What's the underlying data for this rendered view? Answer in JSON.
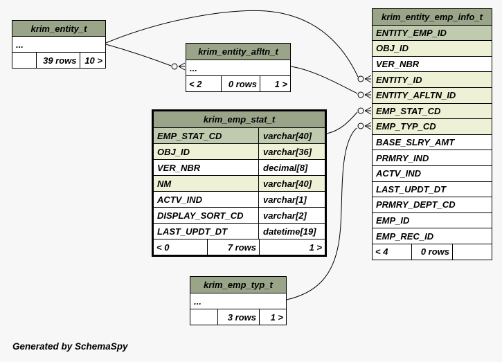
{
  "page": {
    "credit": "Generated by SchemaSpy",
    "background_color": "#f7f7f7",
    "colors": {
      "table_header": "#9AA489",
      "primary_key_row": "#BFCAAE",
      "indexed_column_row": "#EEF1D6",
      "regular_row": "#FFFFFF",
      "border": "#000000",
      "line": "#000000"
    }
  },
  "tables": {
    "krim_entity_t": {
      "title": "krim_entity_t",
      "body": "...",
      "footer": [
        "",
        "39 rows",
        "10 >"
      ]
    },
    "krim_entity_afltn_t": {
      "title": "krim_entity_afltn_t",
      "body": "...",
      "footer": [
        "< 2",
        "0 rows",
        "1 >"
      ]
    },
    "krim_emp_stat_t": {
      "title": "krim_emp_stat_t",
      "columns": [
        {
          "name": "EMP_STAT_CD",
          "type": "varchar[40]",
          "kind": "primary-key"
        },
        {
          "name": "OBJ_ID",
          "type": "varchar[36]",
          "kind": "indexed"
        },
        {
          "name": "VER_NBR",
          "type": "decimal[8]",
          "kind": "regular"
        },
        {
          "name": "NM",
          "type": "varchar[40]",
          "kind": "indexed"
        },
        {
          "name": "ACTV_IND",
          "type": "varchar[1]",
          "kind": "regular"
        },
        {
          "name": "DISPLAY_SORT_CD",
          "type": "varchar[2]",
          "kind": "regular"
        },
        {
          "name": "LAST_UPDT_DT",
          "type": "datetime[19]",
          "kind": "regular"
        }
      ],
      "footer": [
        "< 0",
        "7 rows",
        "1 >"
      ]
    },
    "krim_entity_emp_info_t": {
      "title": "krim_entity_emp_info_t",
      "columns": [
        {
          "name": "ENTITY_EMP_ID",
          "kind": "primary-key"
        },
        {
          "name": "OBJ_ID",
          "kind": "indexed"
        },
        {
          "name": "VER_NBR",
          "kind": "regular"
        },
        {
          "name": "ENTITY_ID",
          "kind": "indexed"
        },
        {
          "name": "ENTITY_AFLTN_ID",
          "kind": "indexed"
        },
        {
          "name": "EMP_STAT_CD",
          "kind": "indexed"
        },
        {
          "name": "EMP_TYP_CD",
          "kind": "indexed"
        },
        {
          "name": "BASE_SLRY_AMT",
          "kind": "regular"
        },
        {
          "name": "PRMRY_IND",
          "kind": "regular"
        },
        {
          "name": "ACTV_IND",
          "kind": "regular"
        },
        {
          "name": "LAST_UPDT_DT",
          "kind": "regular"
        },
        {
          "name": "PRMRY_DEPT_CD",
          "kind": "regular"
        },
        {
          "name": "EMP_ID",
          "kind": "regular"
        },
        {
          "name": "EMP_REC_ID",
          "kind": "regular"
        }
      ],
      "footer": [
        "< 4",
        "0 rows",
        ""
      ]
    },
    "krim_emp_typ_t": {
      "title": "krim_emp_typ_t",
      "body": "...",
      "footer": [
        "",
        "3 rows",
        "1 >"
      ]
    }
  },
  "relationships": [
    {
      "from": "krim_entity_t",
      "to": "krim_entity_afltn_t",
      "end_marker": "zero-or-many"
    },
    {
      "from": "krim_entity_t",
      "to": "krim_entity_emp_info_t.ENTITY_ID",
      "end_marker": "zero-or-many"
    },
    {
      "from": "krim_entity_afltn_t",
      "to": "krim_entity_emp_info_t.ENTITY_AFLTN_ID",
      "end_marker": "zero-or-many"
    },
    {
      "from": "krim_emp_stat_t.EMP_STAT_CD",
      "to": "krim_entity_emp_info_t.EMP_STAT_CD",
      "end_marker": "zero-or-many"
    },
    {
      "from": "krim_emp_typ_t",
      "to": "krim_entity_emp_info_t.EMP_TYP_CD",
      "end_marker": "zero-or-many"
    }
  ]
}
